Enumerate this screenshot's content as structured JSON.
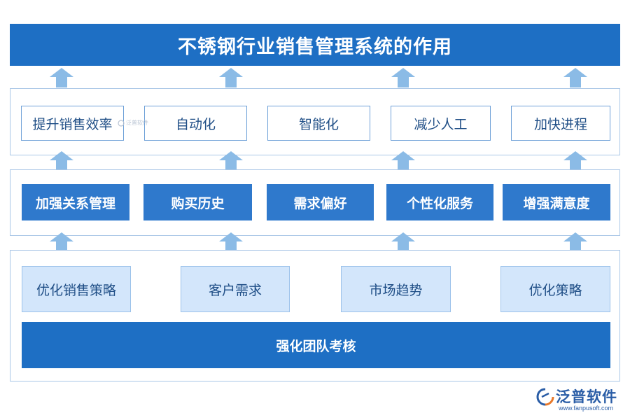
{
  "title": "不锈钢行业销售管理系统的作用",
  "top_row": [
    "提升销售效率",
    "自动化",
    "智能化",
    "减少人工",
    "加快进程"
  ],
  "mid_row": [
    "加强关系管理",
    "购买历史",
    "需求偏好",
    "个性化服务",
    "增强满意度"
  ],
  "bottom_row": [
    "优化销售策略",
    "客户需求",
    "市场趋势",
    "优化策略"
  ],
  "bottom_bar": "强化团队考核",
  "watermark": {
    "name": "泛普软件",
    "url": "www.fanpusoft.com"
  },
  "colors": {
    "title_bg": "#1e6fc4",
    "arrow": "#8bbbe6",
    "box_solid": "#2f79cc",
    "box_light": "#d3e6fb",
    "border": "#a9c6e6"
  },
  "icons": [
    "arrow-up-icon",
    "fanpu-logo-icon"
  ]
}
